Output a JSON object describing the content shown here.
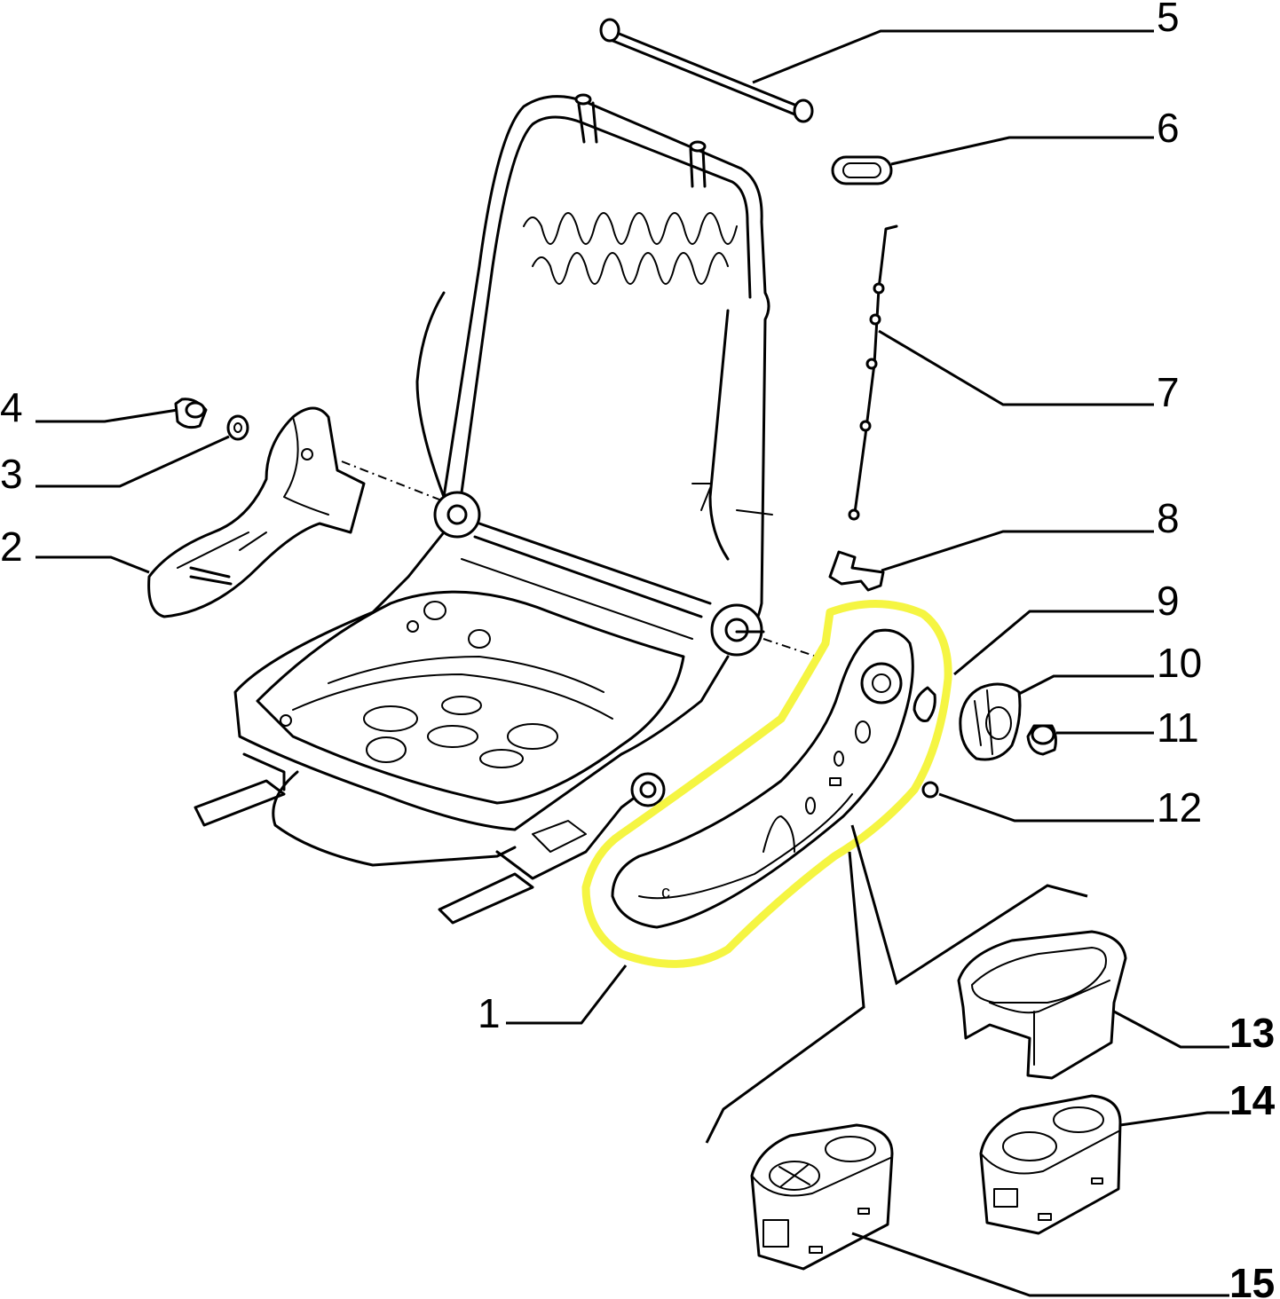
{
  "callouts": [
    {
      "id": "1",
      "label": "1"
    },
    {
      "id": "2",
      "label": "2"
    },
    {
      "id": "3",
      "label": "3"
    },
    {
      "id": "4",
      "label": "4"
    },
    {
      "id": "5",
      "label": "5"
    },
    {
      "id": "6",
      "label": "6"
    },
    {
      "id": "7",
      "label": "7"
    },
    {
      "id": "8",
      "label": "8"
    },
    {
      "id": "9",
      "label": "9"
    },
    {
      "id": "10",
      "label": "10"
    },
    {
      "id": "11",
      "label": "11"
    },
    {
      "id": "12",
      "label": "12"
    },
    {
      "id": "13",
      "label": "13"
    },
    {
      "id": "14",
      "label": "14"
    },
    {
      "id": "15",
      "label": "15"
    }
  ],
  "colors": {
    "highlight": "#f5f542",
    "line": "#000000",
    "background": "#ffffff"
  },
  "highlighted_part": "1"
}
